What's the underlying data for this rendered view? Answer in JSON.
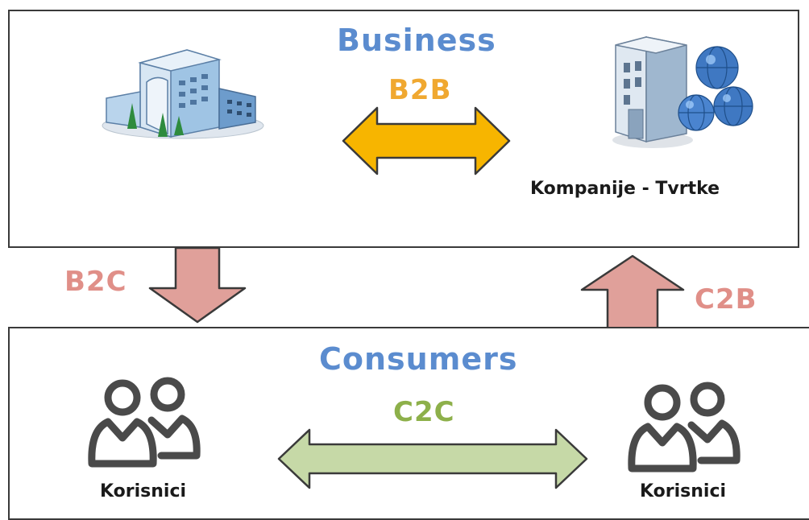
{
  "business": {
    "title": "Business",
    "relation_label": "B2B",
    "company_caption": "Kompanije - Tvrtke"
  },
  "consumers": {
    "title": "Consumers",
    "relation_label": "C2C",
    "left_caption": "Korisnici",
    "right_caption": "Korisnici"
  },
  "flows": {
    "b2c_label": "B2C",
    "c2b_label": "C2B"
  },
  "colors": {
    "title_blue": "#5b8ccf",
    "b2b_orange": "#f0a830",
    "b2b_arrow_fill": "#f7b500",
    "c2c_green": "#8db04a",
    "c2c_arrow_fill": "#c6d9a7",
    "vertical_arrow_fill": "#e0a09a",
    "vertical_label": "#e08f88"
  },
  "icons": {
    "left_business": "office-building-icon",
    "right_business": "server-globe-building-icon",
    "left_consumers": "users-group-icon",
    "right_consumers": "users-group-icon"
  }
}
